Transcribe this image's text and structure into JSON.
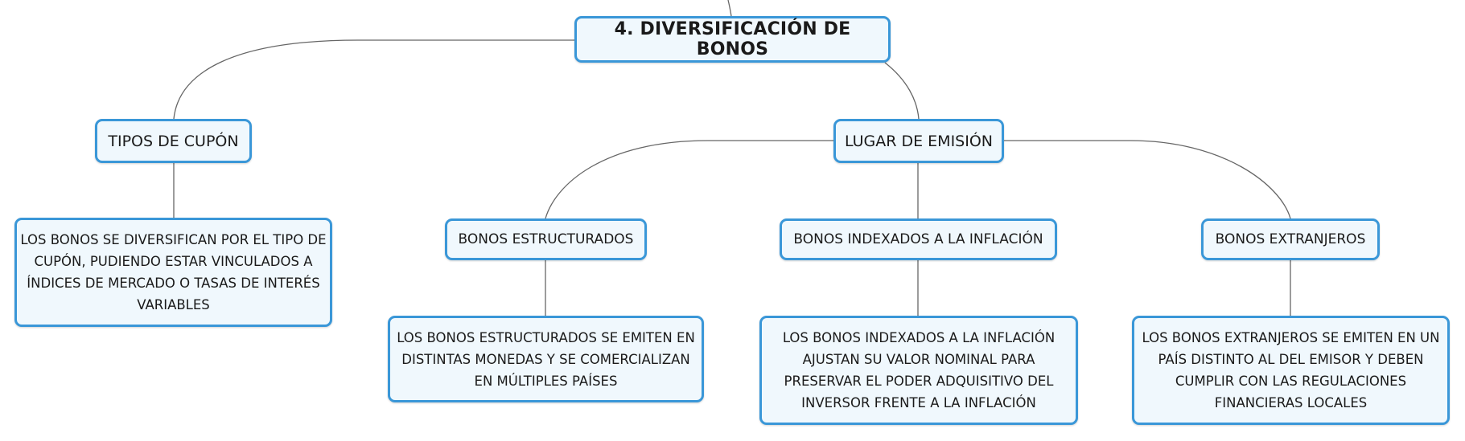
{
  "colors": {
    "border": "#3a97d8",
    "fill": "#f0f8fd",
    "connector": "#666666",
    "text": "#1a1a1a"
  },
  "root": {
    "label": "4. DIVERSIFICACIÓN DE BONOS"
  },
  "branches": {
    "tipos_cupon": {
      "label": "TIPOS DE CUPÓN",
      "description": "LOS BONOS SE DIVERSIFICAN POR EL TIPO DE CUPÓN, PUDIENDO ESTAR VINCULADOS A ÍNDICES DE MERCADO O TASAS DE INTERÉS VARIABLES"
    },
    "lugar_emision": {
      "label": "LUGAR DE EMISIÓN",
      "children": {
        "estructurados": {
          "label": "BONOS ESTRUCTURADOS",
          "description": "LOS BONOS ESTRUCTURADOS SE EMITEN EN DISTINTAS MONEDAS Y SE COMERCIALIZAN EN MÚLTIPLES PAÍSES"
        },
        "indexados": {
          "label": "BONOS INDEXADOS A LA INFLACIÓN",
          "description": "LOS BONOS INDEXADOS A LA INFLACIÓN AJUSTAN SU VALOR NOMINAL PARA PRESERVAR EL PODER ADQUISITIVO DEL INVERSOR FRENTE A LA INFLACIÓN"
        },
        "extranjeros": {
          "label": "BONOS EXTRANJEROS",
          "description": "LOS BONOS EXTRANJEROS SE EMITEN EN UN PAÍS DISTINTO AL DEL EMISOR Y DEBEN CUMPLIR CON LAS REGULACIONES FINANCIERAS LOCALES"
        }
      }
    }
  }
}
